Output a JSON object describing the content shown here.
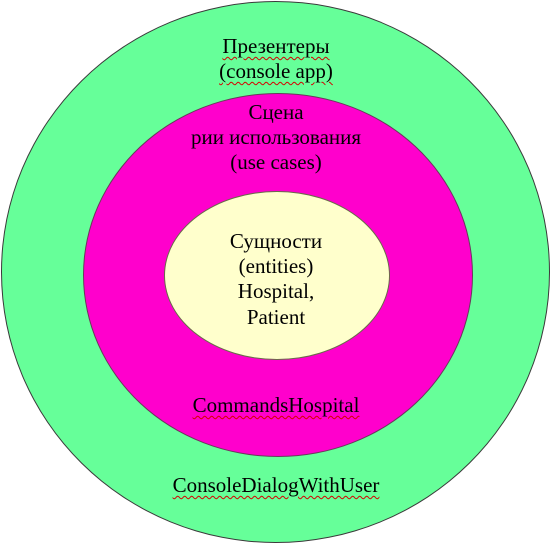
{
  "colors": {
    "outer_fill": "#66ff99",
    "middle_fill": "#ff00cc",
    "inner_fill": "#ffffcc"
  },
  "outer": {
    "title_line1": "Презентеры",
    "title_line2": "(console app)",
    "class_name": "ConsoleDialogWithUser"
  },
  "middle": {
    "title_line1": "Сцена",
    "title_line2": "рии использования",
    "title_line3": "(use cases)",
    "class_name": "CommandsHospital"
  },
  "inner": {
    "title_line1": "Сущности",
    "title_line2": "(entities)",
    "title_line3": "Hospital,",
    "title_line4": "Patient"
  }
}
